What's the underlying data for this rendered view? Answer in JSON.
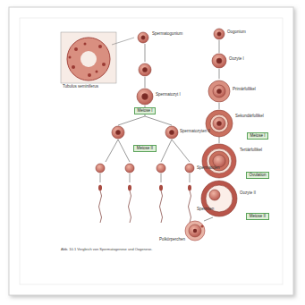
{
  "diagram": {
    "caption": "Abb. 10.1 Vergleich von Spermatogenese und Oogenese.",
    "nodes": [
      {
        "text": [
          "Meiose I"
        ]
      },
      {
        "text": [
          "Meiose II"
        ]
      },
      {
        "text": [
          "Meiose I"
        ]
      },
      {
        "text": [
          "Ovulation"
        ]
      },
      {
        "text": [
          "Meiose II"
        ]
      }
    ],
    "labels": [
      "Tubulus seminiferus",
      "Spermatogonium",
      "Spermatozyt I",
      "Spermatozyten II",
      "Spermatiden",
      "Spermien",
      "Oogonium",
      "Oozyte I",
      "Primärfollikel",
      "Sekundärfollikel",
      "Tertiärfollikel",
      "Oozyte II",
      "Polkörperchen"
    ]
  }
}
